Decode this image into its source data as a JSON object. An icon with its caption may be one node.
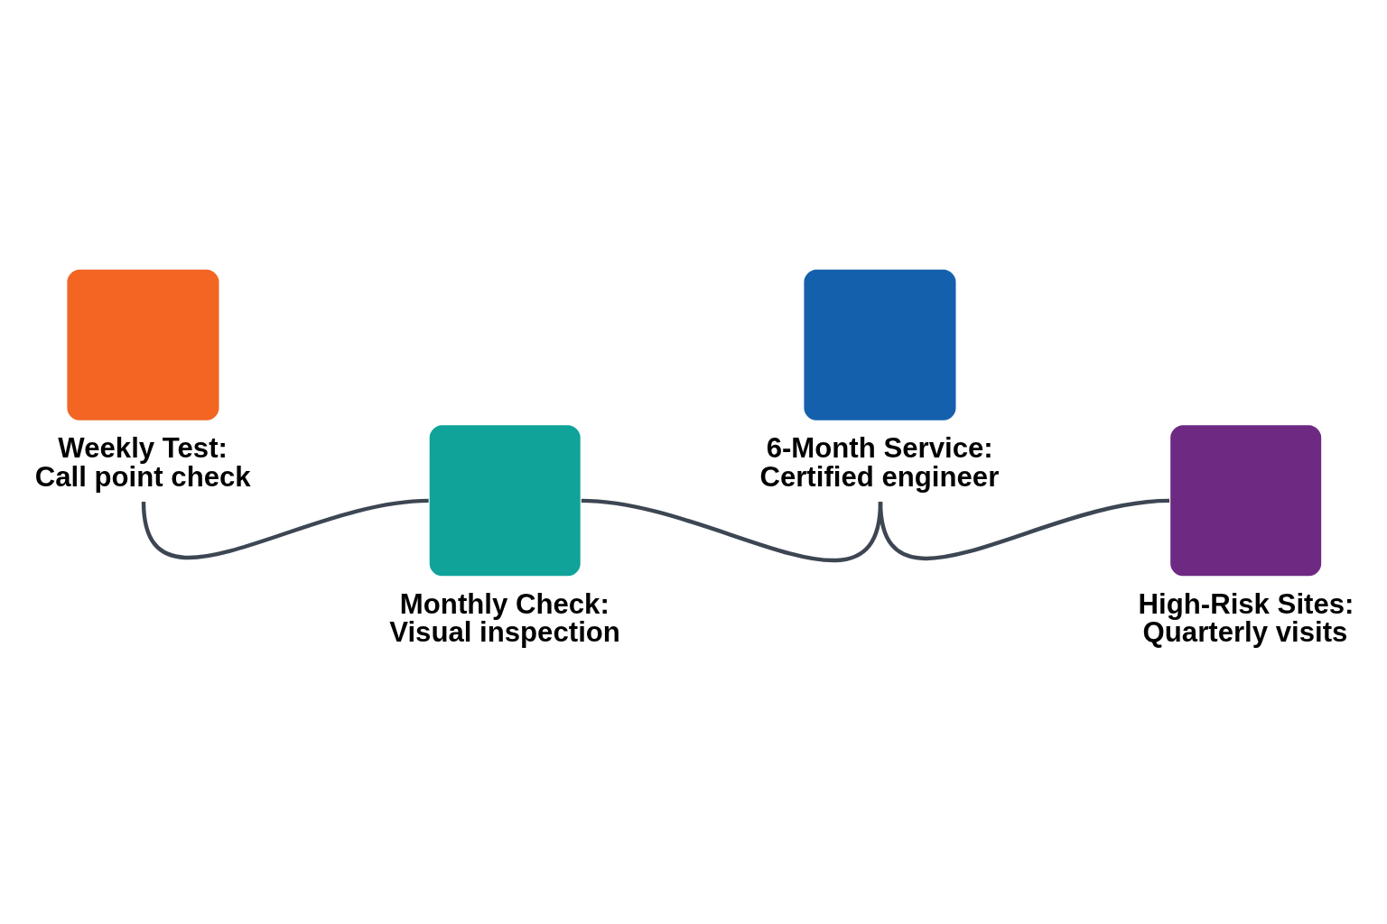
{
  "diagram": {
    "nodes": [
      {
        "text": [
          "Weekly Test: Call point check"
        ]
      },
      {
        "text": [
          "Monthly Check: Visual inspection"
        ]
      },
      {
        "text": [
          "6-Month Service: Certified engineer"
        ]
      },
      {
        "text": [
          "High-Risk Sites: Quarterly visits"
        ]
      }
    ],
    "edges": [
      {
        "from": 0,
        "to": 1,
        "arrow": "none"
      },
      {
        "from": 1,
        "to": 2,
        "arrow": "none"
      },
      {
        "from": 2,
        "to": 3,
        "arrow": "none"
      }
    ]
  }
}
